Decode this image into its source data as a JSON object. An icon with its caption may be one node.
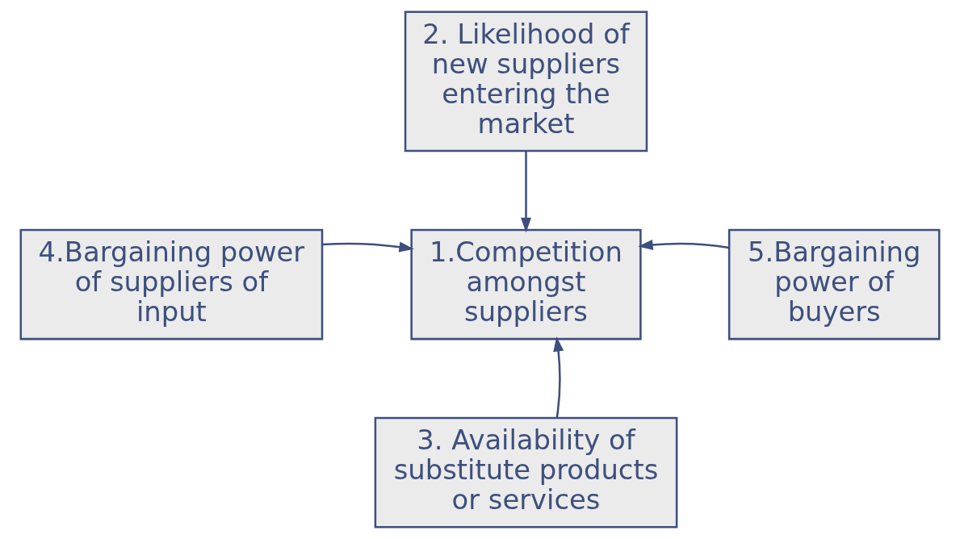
{
  "diagram": {
    "nodes": [
      {
        "text": [
          "2. Likelihood of new suppliers entering the market"
        ]
      },
      {
        "text": [
          "4.Bargaining power of suppliers of input"
        ]
      },
      {
        "text": [
          "1.Competition amongst suppliers"
        ]
      },
      {
        "text": [
          "5.Bargaining power of buyers"
        ]
      },
      {
        "text": [
          "3. Availability of substitute products or services"
        ]
      }
    ],
    "edges": [
      {
        "from": 0,
        "to": 2,
        "arrow": "to"
      },
      {
        "from": 1,
        "to": 2,
        "arrow": "to"
      },
      {
        "from": 3,
        "to": 2,
        "arrow": "to"
      },
      {
        "from": 4,
        "to": 2,
        "arrow": "to"
      }
    ]
  }
}
